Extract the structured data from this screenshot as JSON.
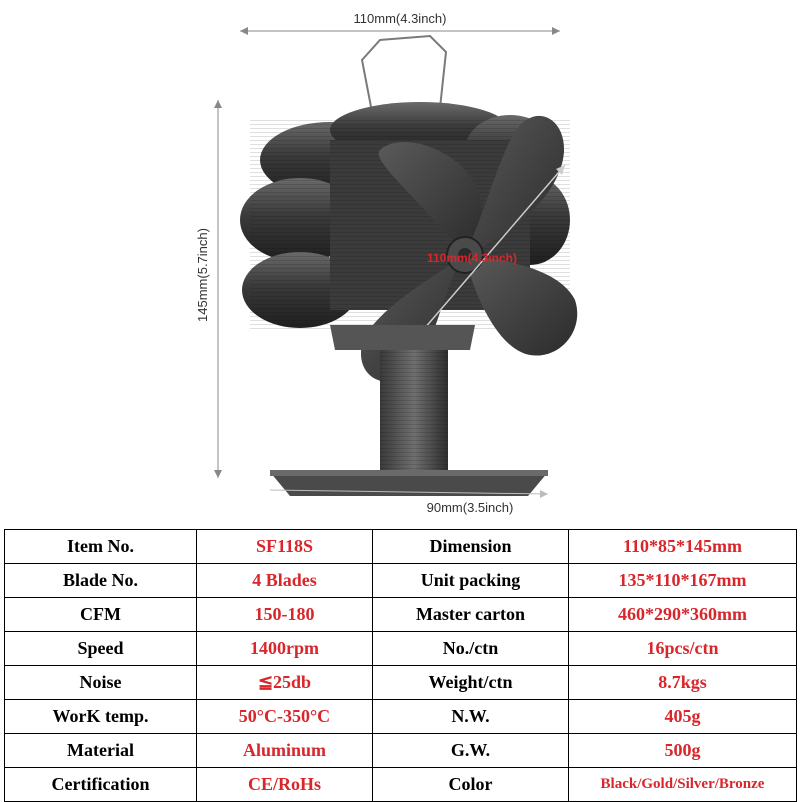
{
  "dimensions": {
    "top_width": "110mm(4.3inch)",
    "height": "145mm(5.7inch)",
    "blade_diameter": "110mm(4.3inch)",
    "base_width": "90mm(3.5inch)"
  },
  "colors": {
    "label_text": "#000000",
    "value_text": "#d8262b",
    "border": "#000000",
    "fan_metal": "#3d3d3d"
  },
  "specs": [
    {
      "label1": "Item No.",
      "value1": "SF118S",
      "label2": "Dimension",
      "value2": "110*85*145mm"
    },
    {
      "label1": "Blade No.",
      "value1": "4 Blades",
      "label2": "Unit packing",
      "value2": "135*110*167mm"
    },
    {
      "label1": "CFM",
      "value1": "150-180",
      "label2": "Master carton",
      "value2": "460*290*360mm"
    },
    {
      "label1": "Speed",
      "value1": "1400rpm",
      "label2": "No./ctn",
      "value2": "16pcs/ctn"
    },
    {
      "label1": "Noise",
      "value1": "≦25db",
      "label2": "Weight/ctn",
      "value2": "8.7kgs"
    },
    {
      "label1": "WorK temp.",
      "value1": "50°C-350°C",
      "label2": "N.W.",
      "value2": "405g"
    },
    {
      "label1": "Material",
      "value1": "Aluminum",
      "label2": "G.W.",
      "value2": "500g"
    },
    {
      "label1": "Certification",
      "value1": "CE/RoHs",
      "label2": "Color",
      "value2": "Black/Gold/Silver/Bronze"
    }
  ]
}
